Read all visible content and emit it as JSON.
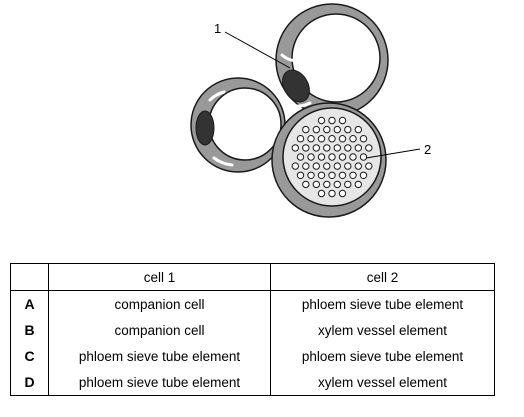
{
  "diagram": {
    "labels": [
      "1",
      "2"
    ],
    "colors": {
      "cell_wall": "#999999",
      "outline": "#1a1a1a",
      "nucleus": "#333333",
      "background": "#ffffff"
    }
  },
  "table": {
    "headers": [
      "",
      "cell 1",
      "cell 2"
    ],
    "rows": [
      {
        "key": "A",
        "cell1": "companion cell",
        "cell2": "phloem sieve tube element"
      },
      {
        "key": "B",
        "cell1": "companion cell",
        "cell2": "xylem vessel element"
      },
      {
        "key": "C",
        "cell1": "phloem sieve tube element",
        "cell2": "phloem sieve tube element"
      },
      {
        "key": "D",
        "cell1": "phloem sieve tube element",
        "cell2": "xylem vessel element"
      }
    ]
  }
}
